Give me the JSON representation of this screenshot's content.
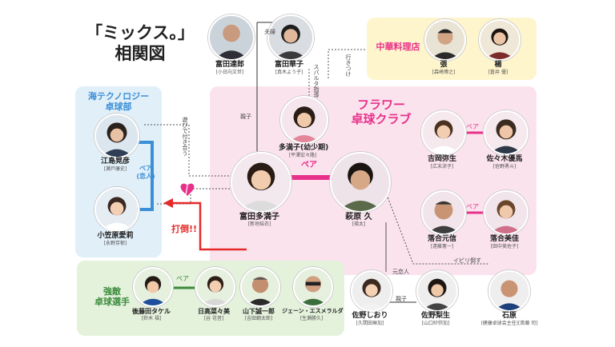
{
  "title": {
    "line1": "「ミックス。」",
    "line2": "相関図"
  },
  "groups": {
    "kai": {
      "title": "海テクノロジー\n卓球部",
      "color": "#3a8fd6"
    },
    "flower": {
      "title": "フラワー\n卓球クラブ",
      "color": "#e8318a"
    },
    "chuka": {
      "title": "中華料理店",
      "color": "#e8318a"
    },
    "kyoteki": {
      "title": "強敵\n卓球選手",
      "color": "#3a8a3a"
    }
  },
  "people": {
    "tomita_tatsuo": {
      "name": "富田達郎",
      "role": "[小日向文世]"
    },
    "tomita_hanako": {
      "name": "富田華子",
      "role": "[真木よう子]"
    },
    "tako": {
      "name": "多満子(幼少期)",
      "role": "[平澤宏々路]"
    },
    "cho": {
      "name": "張",
      "role": "[森崎博之]"
    },
    "rin": {
      "name": "楊",
      "role": "[蒼井 優]"
    },
    "ejima": {
      "name": "江島晃彦",
      "role": "[瀬戸康史]"
    },
    "ogasawara": {
      "name": "小笠原愛莉",
      "role": "[永野芽郁]"
    },
    "tamako": {
      "name": "富田多満子",
      "role": "[新垣結衣]"
    },
    "hagiwara": {
      "name": "萩原 久",
      "role": "[瑛太]"
    },
    "yoshioka": {
      "name": "吉岡弥生",
      "role": "[広末涼子]"
    },
    "sasaki": {
      "name": "佐々木優馬",
      "role": "[佐野勇斗]"
    },
    "ochiai_m": {
      "name": "落合元信",
      "role": "[遠藤憲一]"
    },
    "ochiai_y": {
      "name": "落合美佳",
      "role": "[田中美佐子]"
    },
    "goto": {
      "name": "後藤田タケル",
      "role": "[鈴木 福]"
    },
    "hibino": {
      "name": "日高菜々美",
      "role": "[谷 花音]"
    },
    "yamashita": {
      "name": "山下誠一郎",
      "role": "[吉田鋼太郎]"
    },
    "jane": {
      "name": "ジェーン・エスメラルダ",
      "role": "[生瀬勝久]"
    },
    "sano_shiori": {
      "name": "佐野しおり",
      "role": "[久間田琳加]"
    },
    "sano_rio": {
      "name": "佐野梨生",
      "role": "[山口紗弥加]"
    },
    "ishihara": {
      "name": "石原",
      "role": "(健康卓球会主任)[斎藤 司]"
    }
  },
  "relations": {
    "fufu": "夫婦",
    "oyako1": "親子",
    "oyako2": "親子",
    "spartan": "スパルタ指導",
    "ikitsuke": "行きつけ",
    "asobi": "遊びで付き合う",
    "pair_koibito": "ペア\n(恋人)",
    "pair_main": "ペア",
    "pair_yoshioka": "ペア",
    "pair_ochiai": "ペア",
    "pair_kyoteki": "ペア",
    "dato": "打倒!!",
    "ibiri": "イビリ倒す",
    "motokareshi": "元恋人"
  }
}
